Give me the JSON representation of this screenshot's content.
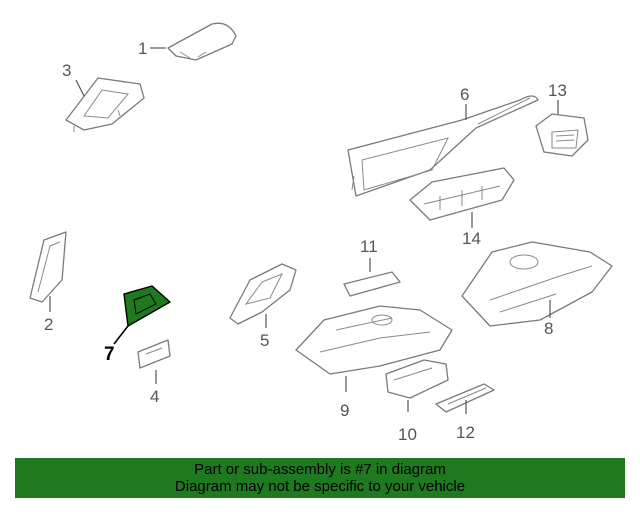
{
  "callouts": {
    "c1": "1",
    "c2": "2",
    "c3": "3",
    "c4": "4",
    "c5": "5",
    "c6": "6",
    "c7": "7",
    "c8": "8",
    "c9": "9",
    "c10": "10",
    "c11": "11",
    "c12": "12",
    "c13": "13",
    "c14": "14"
  },
  "highlight_part": "7",
  "colors": {
    "highlight": "#1f7a1f",
    "banner": "#1f7a1f"
  },
  "banner": {
    "line1": "Part or sub-assembly is #7 in diagram",
    "line2": "Diagram may not be specific to your vehicle"
  }
}
